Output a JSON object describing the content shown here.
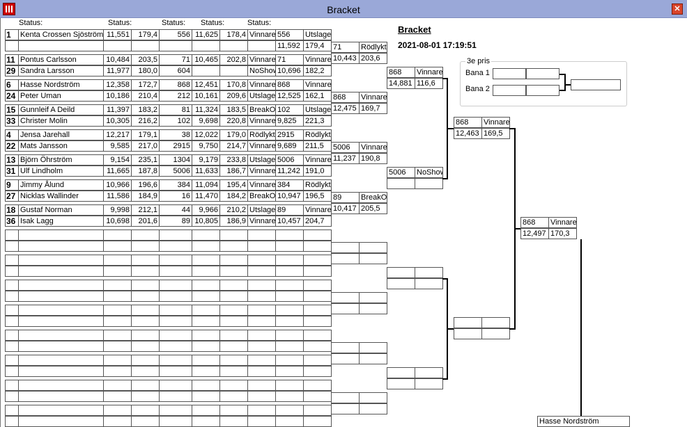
{
  "window": {
    "title": "Bracket",
    "close_glyph": "✕"
  },
  "headers": [
    "Status:",
    "Status:",
    "Status:",
    "Status:",
    "Status:"
  ],
  "report": {
    "title": "Bracket",
    "datetime": "2021-08-01 17:19:51"
  },
  "third_prize": {
    "label": "3e pris",
    "lanes": [
      "Bana 1",
      "Bana 2"
    ]
  },
  "participants": [
    {
      "seed": "1",
      "name": "Kenta Crossen Sjöström",
      "v1": "11,551",
      "v2": "179,4",
      "v3": "556",
      "v4": "11,625",
      "v5": "178,4",
      "st": "Vinnare"
    },
    {
      "seed": "",
      "name": "",
      "v1": "",
      "v2": "",
      "v3": "",
      "v4": "",
      "v5": "",
      "st": ""
    },
    {
      "seed": "11",
      "name": "Pontus Carlsson",
      "v1": "10,484",
      "v2": "203,5",
      "v3": "71",
      "v4": "10,465",
      "v5": "202,8",
      "st": "Vinnare"
    },
    {
      "seed": "29",
      "name": "Sandra Larsson",
      "v1": "11,977",
      "v2": "180,0",
      "v3": "604",
      "v4": "",
      "v5": "",
      "st": "NoShow"
    },
    {
      "seed": "6",
      "name": "Hasse Nordström",
      "v1": "12,358",
      "v2": "172,7",
      "v3": "868",
      "v4": "12,451",
      "v5": "170,8",
      "st": "Vinnare"
    },
    {
      "seed": "24",
      "name": "Peter Uman",
      "v1": "10,186",
      "v2": "210,4",
      "v3": "212",
      "v4": "10,161",
      "v5": "209,6",
      "st": "Utslagen"
    },
    {
      "seed": "15",
      "name": "Gunnleif A Deild",
      "v1": "11,397",
      "v2": "183,2",
      "v3": "81",
      "v4": "11,324",
      "v5": "183,5",
      "st": "BreakOut"
    },
    {
      "seed": "33",
      "name": "Christer Molin",
      "v1": "10,305",
      "v2": "216,2",
      "v3": "102",
      "v4": "9,698",
      "v5": "220,8",
      "st": "Vinnare"
    },
    {
      "seed": "4",
      "name": "Jensa Jarehall",
      "v1": "12,217",
      "v2": "179,1",
      "v3": "38",
      "v4": "12,022",
      "v5": "179,0",
      "st": "Rödlykta"
    },
    {
      "seed": "22",
      "name": "Mats Jansson",
      "v1": "9,585",
      "v2": "217,0",
      "v3": "2915",
      "v4": "9,750",
      "v5": "214,7",
      "st": "Vinnare"
    },
    {
      "seed": "13",
      "name": "Björn Öhrström",
      "v1": "9,154",
      "v2": "235,1",
      "v3": "1304",
      "v4": "9,179",
      "v5": "233,8",
      "st": "Utslagen"
    },
    {
      "seed": "31",
      "name": "Ulf  Lindholm",
      "v1": "11,665",
      "v2": "187,8",
      "v3": "5006",
      "v4": "11,633",
      "v5": "186,7",
      "st": "Vinnare"
    },
    {
      "seed": "9",
      "name": "Jimmy Ålund",
      "v1": "10,966",
      "v2": "196,6",
      "v3": "384",
      "v4": "11,094",
      "v5": "195,4",
      "st": "Vinnare"
    },
    {
      "seed": "27",
      "name": "Nicklas Wallinder",
      "v1": "11,586",
      "v2": "184,9",
      "v3": "16",
      "v4": "11,470",
      "v5": "184,2",
      "st": "BreakOut"
    },
    {
      "seed": "18",
      "name": "Gustaf Norman",
      "v1": "9,998",
      "v2": "212,1",
      "v3": "44",
      "v4": "9,966",
      "v5": "210,2",
      "st": "Utslagen"
    },
    {
      "seed": "36",
      "name": "Isak Lagg",
      "v1": "10,698",
      "v2": "201,6",
      "v3": "89",
      "v4": "10,805",
      "v5": "186,9",
      "st": "Vinnare"
    }
  ],
  "round2": [
    {
      "a": "556",
      "b": "Utslagen"
    },
    {
      "a": "11,592",
      "b": "179,4"
    },
    {
      "a": "71",
      "b": "Vinnare"
    },
    {
      "a": "10,696",
      "b": "182,2"
    },
    {
      "a": "868",
      "b": "Vinnare"
    },
    {
      "a": "12,525",
      "b": "162,1"
    },
    {
      "a": "102",
      "b": "Utslagen"
    },
    {
      "a": "9,825",
      "b": "221,3"
    },
    {
      "a": "2915",
      "b": "Rödlykta"
    },
    {
      "a": "9,689",
      "b": "211,5"
    },
    {
      "a": "5006",
      "b": "Vinnare"
    },
    {
      "a": "11,242",
      "b": "191,0"
    },
    {
      "a": "384",
      "b": "Rödlykta"
    },
    {
      "a": "10,947",
      "b": "196,5"
    },
    {
      "a": "89",
      "b": "Vinnare"
    },
    {
      "a": "10,457",
      "b": "204,7"
    }
  ],
  "round3": [
    {
      "a": "71",
      "b": "Rödlykta"
    },
    {
      "a": "10,443",
      "b": "203,6"
    },
    {
      "a": "868",
      "b": "Vinnare"
    },
    {
      "a": "12,475",
      "b": "169,7"
    },
    {
      "a": "5006",
      "b": "Vinnare"
    },
    {
      "a": "11,237",
      "b": "190,8"
    },
    {
      "a": "89",
      "b": "BreakOut"
    },
    {
      "a": "10,417",
      "b": "205,5"
    }
  ],
  "round4": [
    {
      "a": "868",
      "b": "Vinnare"
    },
    {
      "a": "14,881",
      "b": "116,6"
    },
    {
      "a": "5006",
      "b": "NoShow"
    },
    {
      "a": "",
      "b": ""
    }
  ],
  "round5": [
    {
      "a": "868",
      "b": "Vinnare"
    },
    {
      "a": "12,463",
      "b": "169,5"
    }
  ],
  "round6": [
    {
      "a": "868",
      "b": "Vinnare"
    },
    {
      "a": "12,497",
      "b": "170,3"
    }
  ],
  "champion": "Hasse Nordström"
}
